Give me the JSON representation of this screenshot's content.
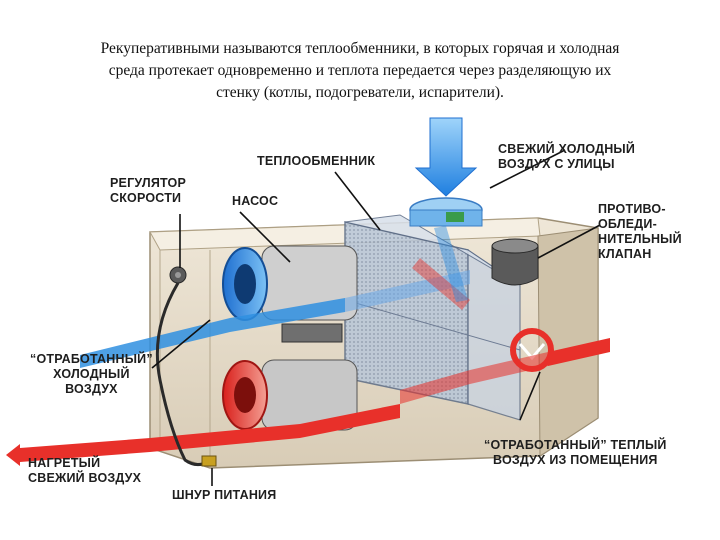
{
  "caption": {
    "line1": "Рекуперативными называются теплообменники, в которых горячая и холодная",
    "line2": "среда протекает одновременно и теплота передается через разделяющую их",
    "line3": "стенку (котлы, подогреватели, испарители)."
  },
  "labels": {
    "heat_exchanger": "ТЕПЛООБМЕННИК",
    "fresh_cold_air": [
      "СВЕЖИЙ ХОЛОДНЫЙ",
      "ВОЗДУХ С УЛИЦЫ"
    ],
    "speed_regulator": [
      "РЕГУЛЯТОР",
      "СКОРОСТИ"
    ],
    "pump": "НАСОС",
    "anti_icing_valve": [
      "ПРОТИВО-",
      "ОБЛЕДИ-",
      "НИТЕЛЬНЫЙ",
      "КЛАПАН"
    ],
    "exhaust_cold_air": [
      "“ОТРАБОТАННЫЙ”",
      "ХОЛОДНЫЙ",
      "ВОЗДУХ"
    ],
    "heated_fresh_air": [
      "НАГРЕТЫЙ",
      "СВЕЖИЙ ВОЗДУХ"
    ],
    "exhaust_warm_air": [
      "“ОТРАБОТАННЫЙ” ТЕПЛЫЙ",
      "ВОЗДУХ ИЗ ПОМЕЩЕНИЯ"
    ],
    "power_cord": "ШНУР ПИТАНИЯ"
  },
  "colors": {
    "cold_air": "#2f8fe0",
    "warm_air": "#e8302a",
    "housing": "#e6dccb",
    "label_text": "#1e1e1e"
  }
}
